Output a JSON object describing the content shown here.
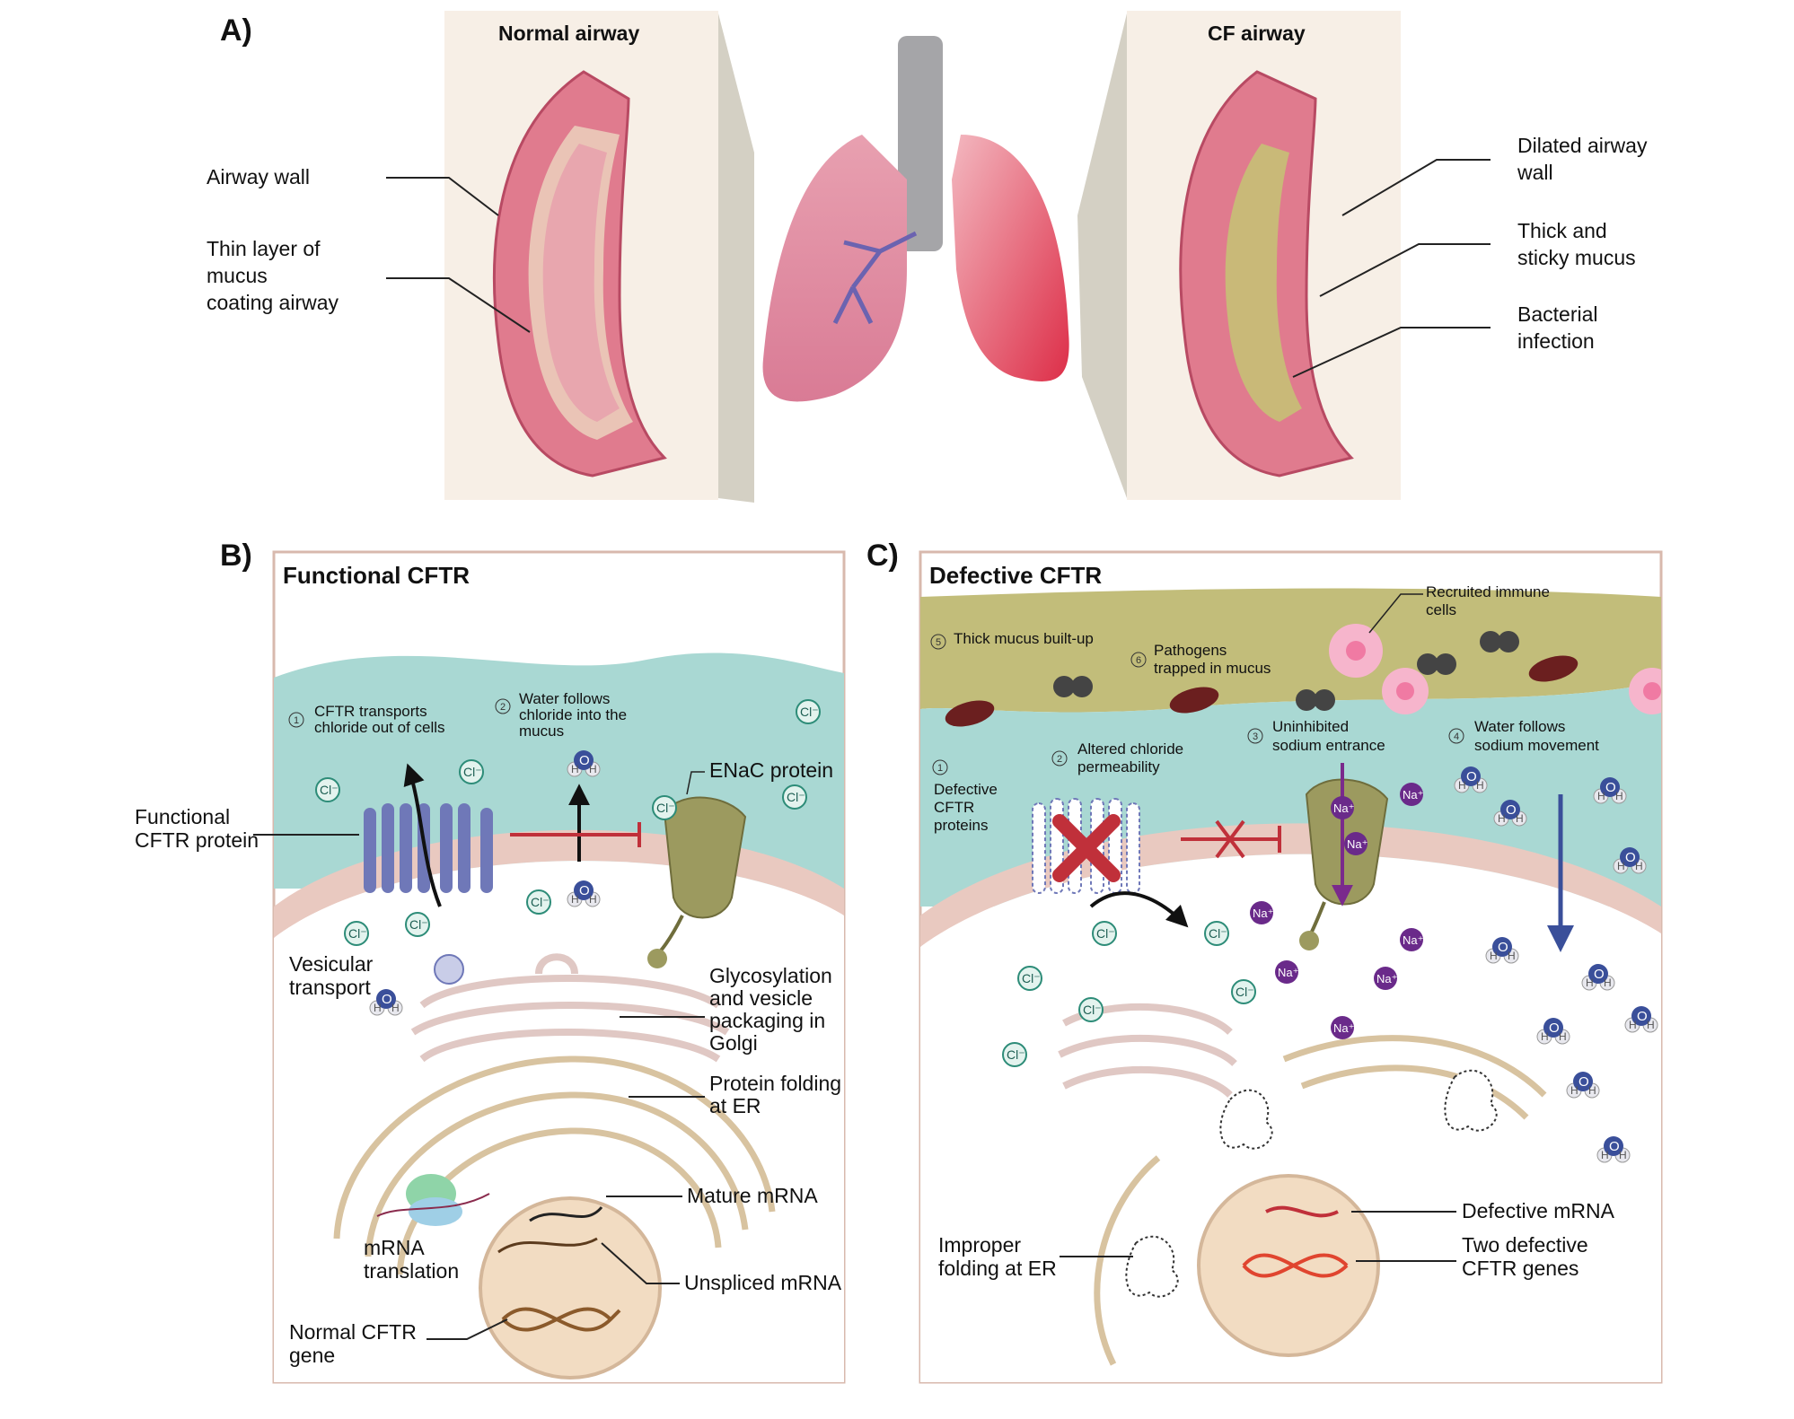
{
  "panel_a": {
    "letter": "A)",
    "normal_title": "Normal airway",
    "cf_title": "CF airway",
    "left_labels": [
      "Airway wall",
      "Thin layer of",
      "mucus",
      "coating airway"
    ],
    "right_labels": [
      "Dilated airway",
      "wall",
      "Thick and",
      "sticky mucus",
      "Bacterial",
      "infection"
    ]
  },
  "panel_b": {
    "letter": "B)",
    "title": "Functional CFTR",
    "step1": [
      "CFTR transports",
      "chloride out of cells"
    ],
    "step2": [
      "Water follows",
      "chloride into the",
      "mucus"
    ],
    "enac": "ENaC protein",
    "cftr_protein": [
      "Functional",
      "CFTR protein"
    ],
    "vesicular": [
      "Vesicular",
      "transport"
    ],
    "golgi": [
      "Glycosylation",
      "and vesicle",
      "packaging in",
      "Golgi"
    ],
    "er": [
      "Protein folding",
      "at ER"
    ],
    "mature_mrna": "Mature mRNA",
    "translation": [
      "mRNA",
      "translation"
    ],
    "unspliced": "Unspliced mRNA",
    "gene": [
      "Normal CFTR",
      "gene"
    ]
  },
  "panel_c": {
    "letter": "C)",
    "title": "Defective CFTR",
    "immune": [
      "Recruited immune",
      "cells"
    ],
    "mucus": "Thick mucus built-up",
    "pathogens": [
      "Pathogens",
      "trapped in mucus"
    ],
    "defective_proteins": [
      "Defective",
      "CFTR",
      "proteins"
    ],
    "altered": [
      "Altered chloride",
      "permeability"
    ],
    "uninhibited": [
      "Uninhibited",
      "sodium entrance"
    ],
    "water_sodium": [
      "Water follows",
      "sodium movement"
    ],
    "defective_mrna": "Defective mRNA",
    "improper": [
      "Improper",
      "folding at ER"
    ],
    "two_genes": [
      "Two defective",
      "CFTR genes"
    ]
  },
  "glyphs": {
    "cl": "Cl⁻",
    "na": "Na⁺",
    "o": "O",
    "h": "H",
    "steps": [
      "1",
      "2",
      "3",
      "4",
      "5",
      "6"
    ]
  },
  "colors": {
    "airway_pink": "#e8899a",
    "lung_red": "#e0435a",
    "mucus_normal": "#a9d8d3",
    "mucus_cf": "#c2bd7a",
    "membrane": "#e9c9c0",
    "cftr_blue": "#6f78b8",
    "enac_olive": "#9c9a5f",
    "red_x": "#c0303a"
  }
}
